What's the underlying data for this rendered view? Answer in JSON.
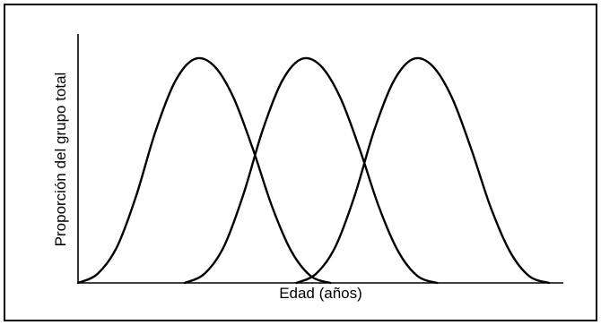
{
  "chart_data": {
    "type": "line",
    "title": "",
    "xlabel": "Edad (años)",
    "ylabel": "Proporción del grupo total",
    "xlim": [
      0,
      100
    ],
    "ylim": [
      0,
      1
    ],
    "grid": false,
    "legend": "none",
    "line_color": "#000000",
    "series": [
      {
        "x": [
          0,
          4,
          8,
          12,
          16,
          20,
          24,
          28,
          32,
          36,
          40,
          44,
          48,
          52
        ],
        "y": [
          0,
          0.04,
          0.16,
          0.39,
          0.68,
          0.9,
          1.0,
          0.97,
          0.83,
          0.6,
          0.34,
          0.14,
          0.03,
          0
        ]
      },
      {
        "x": [
          22,
          26,
          30,
          34,
          38,
          42,
          46,
          50,
          54,
          58,
          62,
          66,
          70,
          74
        ],
        "y": [
          0,
          0.04,
          0.16,
          0.39,
          0.68,
          0.9,
          1.0,
          0.97,
          0.83,
          0.6,
          0.34,
          0.14,
          0.03,
          0
        ]
      },
      {
        "x": [
          45,
          49,
          53,
          57,
          61,
          65,
          69,
          73,
          77,
          81,
          85,
          89,
          93,
          97
        ],
        "y": [
          0,
          0.04,
          0.16,
          0.39,
          0.68,
          0.9,
          1.0,
          0.97,
          0.83,
          0.6,
          0.34,
          0.14,
          0.03,
          0
        ]
      }
    ]
  }
}
